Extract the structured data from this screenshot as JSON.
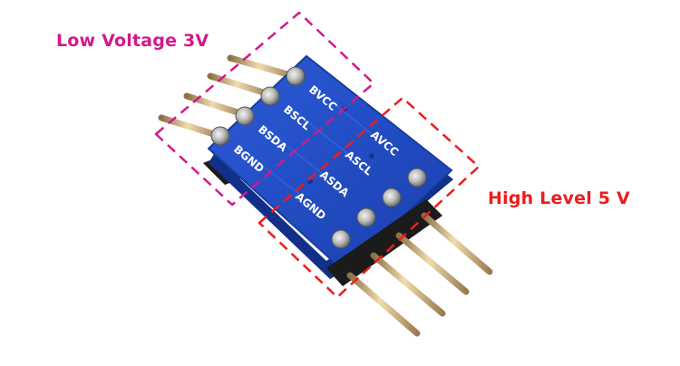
{
  "labels": {
    "low_voltage": "Low Voltage 3V",
    "high_level": "High Level 5 V"
  },
  "pins": {
    "b_side": [
      "BVCC",
      "BSCL",
      "BSDA",
      "BGND"
    ],
    "a_side": [
      "AVCC",
      "ASCL",
      "ASDA",
      "AGND"
    ]
  },
  "colors": {
    "low_accent": "#d4188c",
    "high_accent": "#ee1c1c",
    "board": "#1f48c4",
    "board_dark": "#12308a",
    "silkscreen": "#ffffff",
    "header_pin": "#c8a978"
  }
}
